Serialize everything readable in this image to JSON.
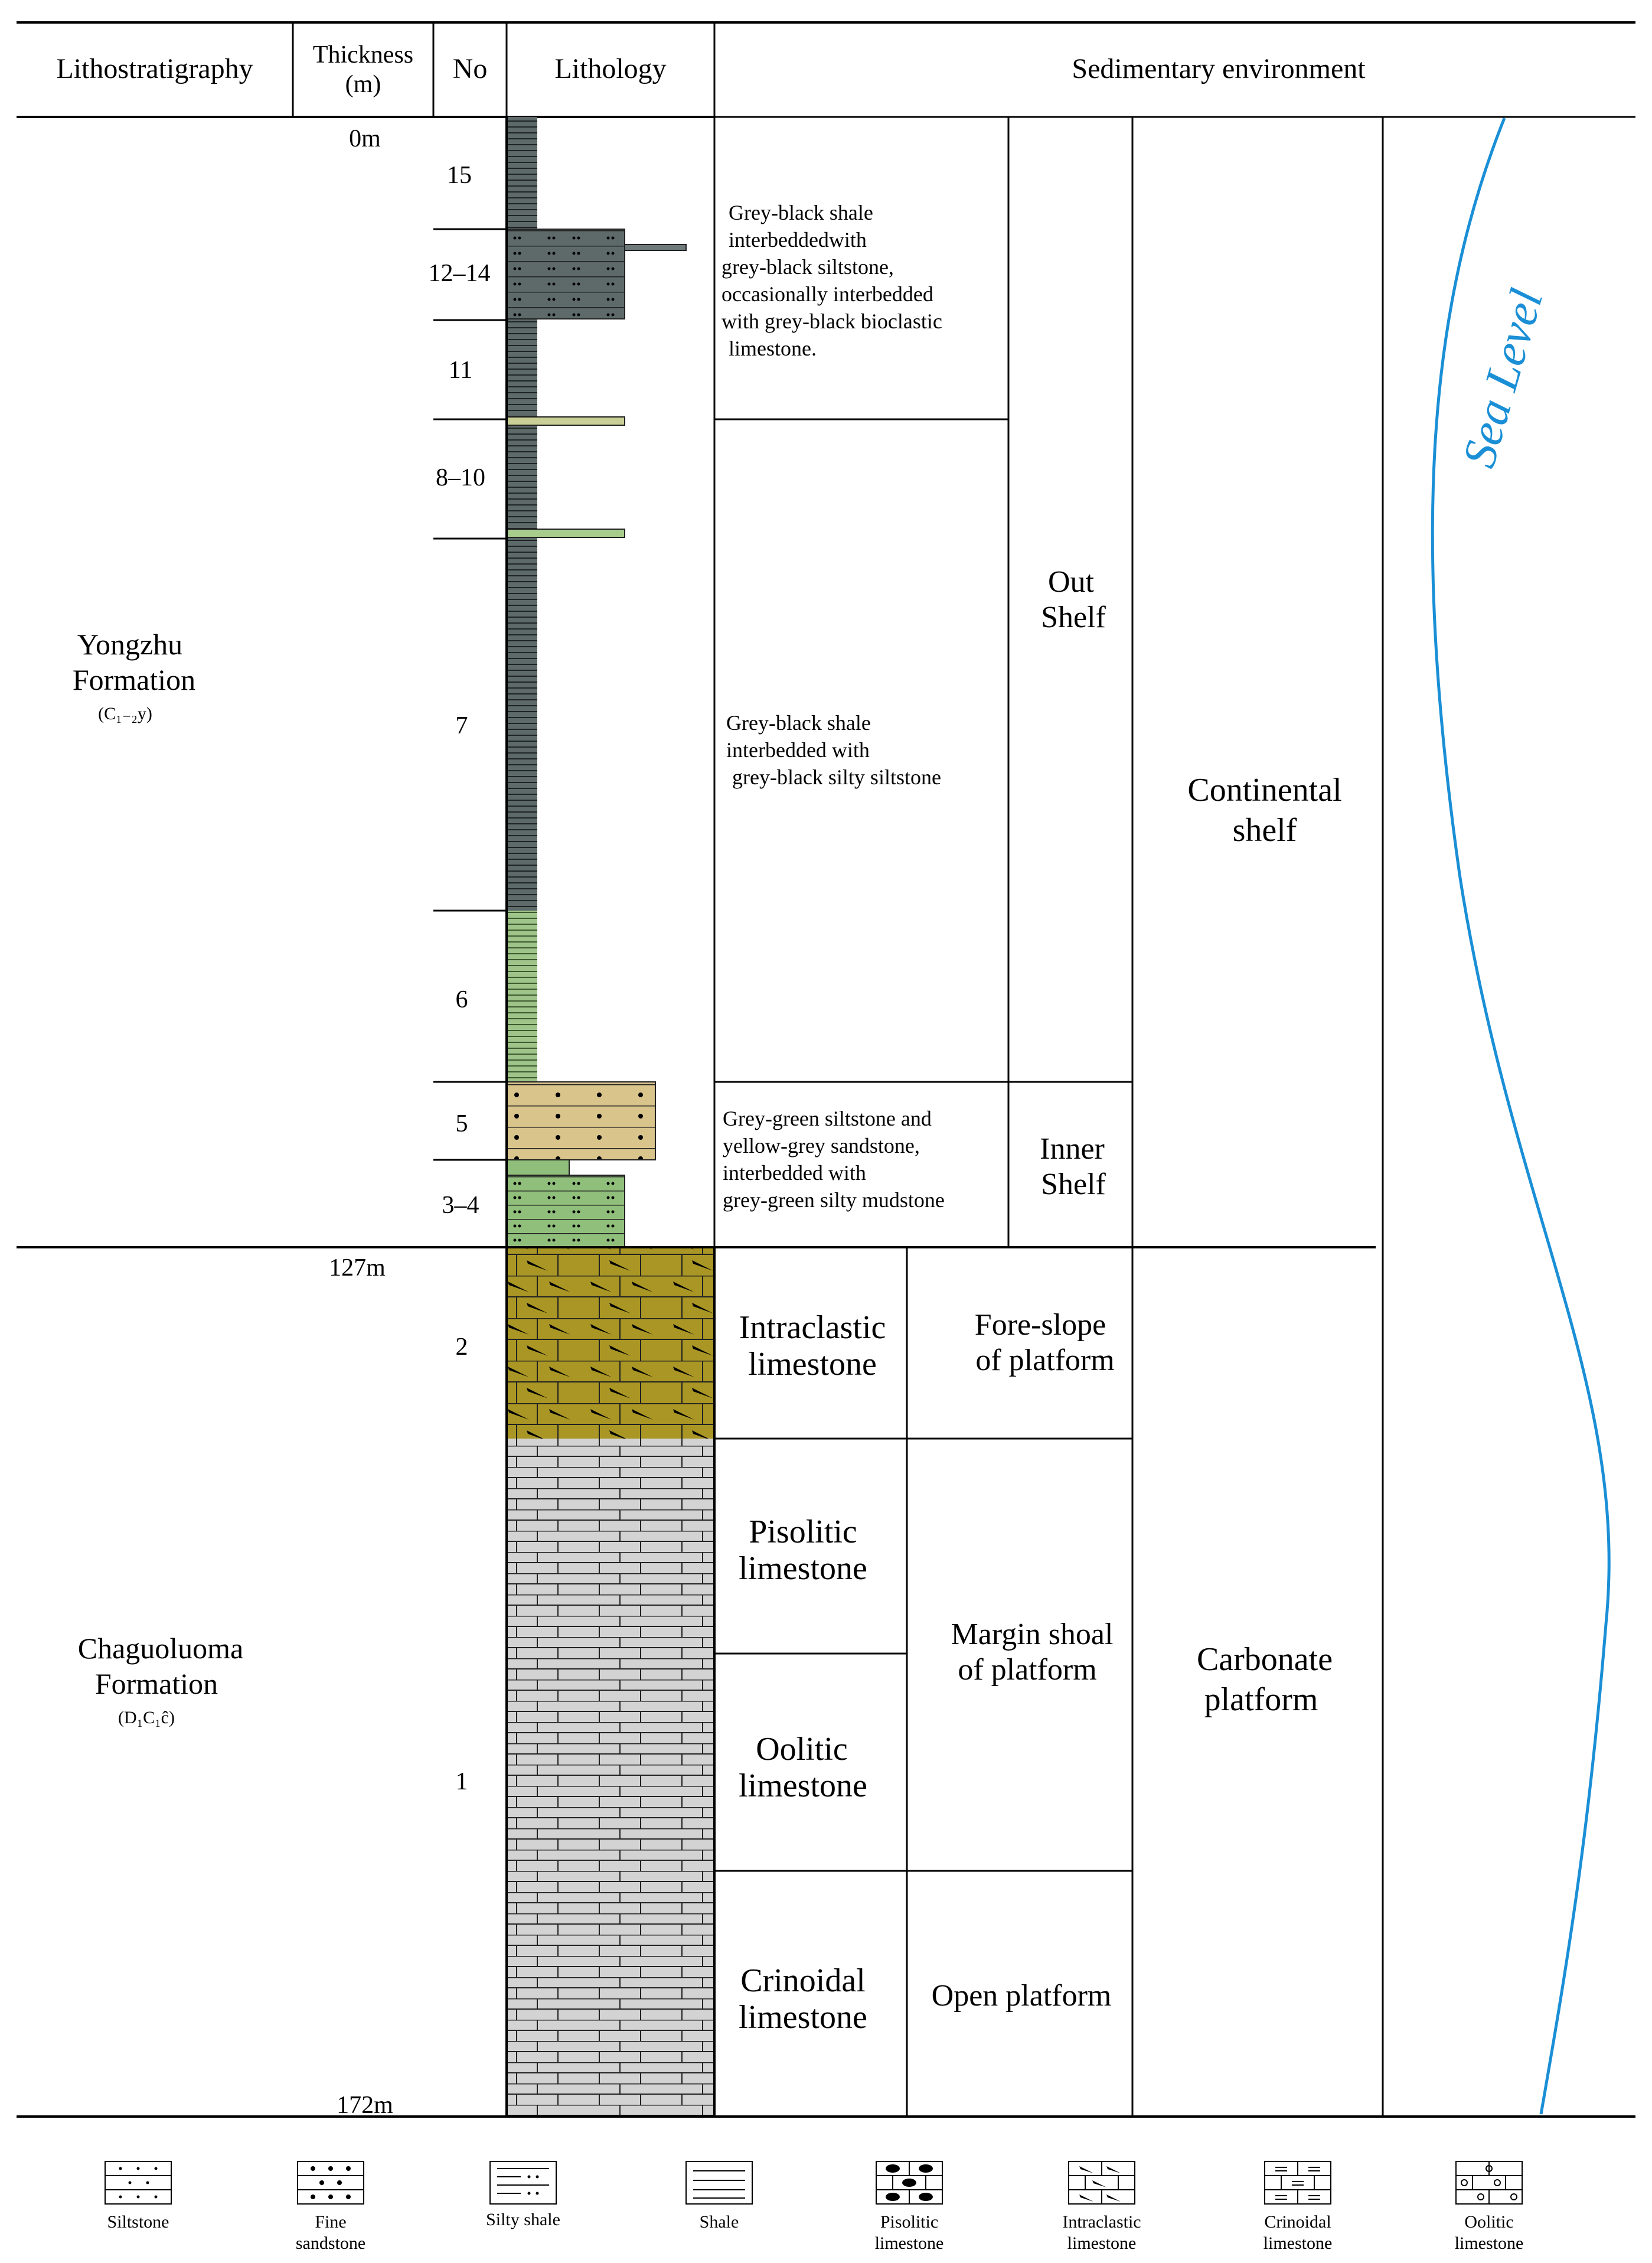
{
  "header": {
    "lithostratigraphy": "Lithostratigraphy",
    "thickness": [
      "Thickness",
      "(m)"
    ],
    "no": "No",
    "lithology": "Lithology",
    "sedimentary_environment": "Sedimentary environment"
  },
  "formations": {
    "yongzhu": {
      "name": [
        "Yongzhu",
        "Formation"
      ],
      "symbol": "(C₁₋₂y)"
    },
    "chaguoluoma": {
      "name": [
        "Chaguoluoma",
        "Formation"
      ],
      "symbol": "(D₁C₁ĉ)"
    }
  },
  "depths": {
    "top": "0m",
    "boundary": "127m",
    "bottom": "172m"
  },
  "layer_numbers": [
    "15",
    "12–14",
    "11",
    "8–10",
    "7",
    "6",
    "5",
    "3–4",
    "2",
    "1"
  ],
  "descriptions": {
    "d1": [
      "Grey-black shale",
      "interbeddedwith",
      "grey-black siltstone,",
      "occasionally interbedded",
      "with grey-black bioclastic",
      "limestone."
    ],
    "d2": [
      "Grey-black shale",
      "interbedded with",
      "grey-black silty siltstone"
    ],
    "d3": [
      "Grey-green siltstone and",
      "yellow-grey sandstone,",
      "interbedded with",
      "grey-green silty mudstone"
    ],
    "intraclastic": [
      "Intraclastic",
      "limestone"
    ],
    "pisolitic": [
      "Pisolitic",
      "limestone"
    ],
    "oolitic": [
      "Oolitic",
      "limestone"
    ],
    "crinoidal": [
      "Crinoidal",
      "limestone"
    ]
  },
  "environments": {
    "out_shelf": [
      "Out",
      "Shelf"
    ],
    "inner_shelf": [
      "Inner",
      "Shelf"
    ],
    "continental_shelf": [
      "Continental",
      "shelf"
    ],
    "fore_slope": [
      "Fore-slope",
      "of platform"
    ],
    "margin_shoal": [
      "Margin shoal",
      "of platform"
    ],
    "open_platform": [
      "Open platform"
    ],
    "carbonate_platform": [
      "Carbonate",
      "platform"
    ]
  },
  "sea_level": "Sea Level",
  "legend": [
    {
      "icon": "siltstone-icon",
      "label": [
        "Siltstone"
      ]
    },
    {
      "icon": "fine-sandstone-icon",
      "label": [
        "Fine",
        "sandstone"
      ]
    },
    {
      "icon": "silty-shale-icon",
      "label": [
        "Silty shale"
      ]
    },
    {
      "icon": "shale-icon",
      "label": [
        "Shale"
      ]
    },
    {
      "icon": "pisolitic-limestone-icon",
      "label": [
        "Pisolitic",
        "limestone"
      ]
    },
    {
      "icon": "intraclastic-limestone-icon",
      "label": [
        "Intraclastic",
        "limestone"
      ]
    },
    {
      "icon": "crinoidal-limestone-icon",
      "label": [
        "Crinoidal",
        "limestone"
      ]
    },
    {
      "icon": "oolitic-limestone-icon",
      "label": [
        "Oolitic",
        "limestone"
      ]
    }
  ],
  "colors": {
    "dark_shale": "#5e6a6a",
    "green_shale": "#9fc48a",
    "yellow_sandstone": "#d9c48c",
    "green_siltstone": "#8fbf7a",
    "khaki_siltstone": "#c9cf95",
    "intraclastic": "#a99624",
    "limestone": "#d3d3d3",
    "sea_level": "#1a8fd6"
  }
}
